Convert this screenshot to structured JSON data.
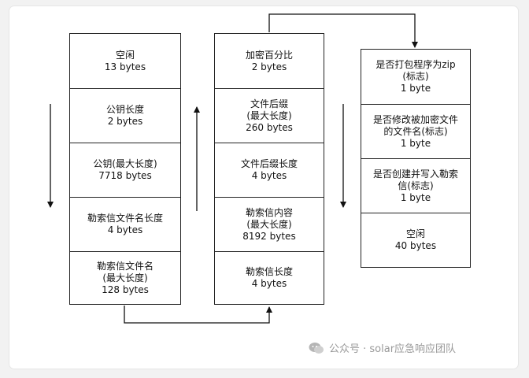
{
  "diagram": {
    "column1": {
      "cells": [
        {
          "lines": [
            "空闲",
            "13 bytes"
          ]
        },
        {
          "lines": [
            "公钥长度",
            "2 bytes"
          ]
        },
        {
          "lines": [
            "公钥(最大长度)",
            "7718 bytes"
          ]
        },
        {
          "lines": [
            "勒索信文件名长度",
            "4 bytes"
          ]
        },
        {
          "lines": [
            "勒索信文件名",
            "(最大长度)",
            "128 bytes"
          ]
        }
      ]
    },
    "column2": {
      "cells": [
        {
          "lines": [
            "加密百分比",
            "2 bytes"
          ]
        },
        {
          "lines": [
            "文件后缀",
            "(最大长度)",
            "260 bytes"
          ]
        },
        {
          "lines": [
            "文件后缀长度",
            "4 bytes"
          ]
        },
        {
          "lines": [
            "勒索信内容",
            "(最大长度)",
            "8192 bytes"
          ]
        },
        {
          "lines": [
            "勒索信长度",
            "4 bytes"
          ]
        }
      ]
    },
    "column3": {
      "cells": [
        {
          "lines": [
            "是否打包程序为zip",
            "(标志)",
            "1 byte"
          ]
        },
        {
          "lines": [
            "是否修改被加密文件",
            "的文件名(标志)",
            "1 byte"
          ]
        },
        {
          "lines": [
            "是否创建并写入勒索",
            "信(标志)",
            "1 byte"
          ]
        },
        {
          "lines": [
            "空闲",
            "40 bytes"
          ]
        }
      ]
    }
  },
  "watermark": {
    "icon": "wechat-icon",
    "text": "公众号 · solar应急响应团队"
  }
}
